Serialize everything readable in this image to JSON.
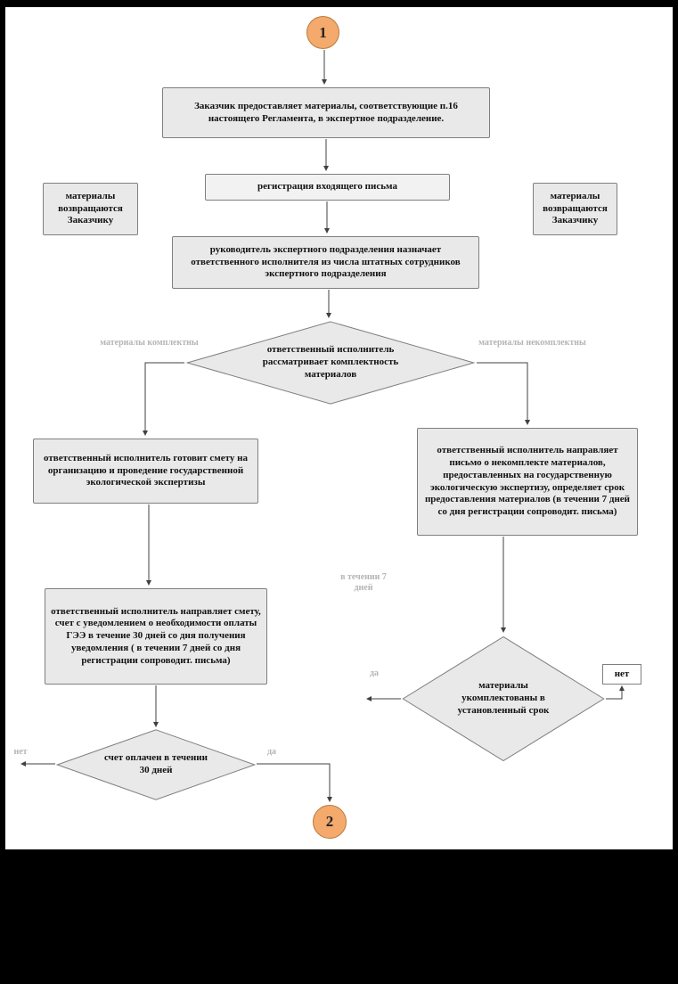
{
  "palette": {
    "frame": "#000000",
    "canvas": "#ffffff",
    "box_fill": "#e9e9e9",
    "box_border": "#7f7f7f",
    "circle_fill": "#f4a96d",
    "circle_border": "#b97a3c",
    "faint_label": "#b5b5b5",
    "connector": "#404040",
    "text": "#111111"
  },
  "nodes": {
    "circle1": {
      "label": "1"
    },
    "circle2": {
      "label": "2"
    },
    "box_customer": {
      "text": "Заказчик предоставляет материалы, соответствующие п.16 настоящего Регламента, в экспертное подразделение."
    },
    "box_registration": {
      "text": "регистрация входящего письма"
    },
    "box_return_left": {
      "text": "материалы возвращаются Заказчику"
    },
    "box_return_right": {
      "text": "материалы возвращаются Заказчику"
    },
    "box_head": {
      "text": "руководитель экспертного подразделения назначает ответственного исполнителя из числа штатных сотрудников экспертного подразделения"
    },
    "diamond_completeness": {
      "text": "ответственный исполнитель рассматривает комплектность материалов"
    },
    "label_complete": {
      "text": "материалы комплектны"
    },
    "label_incomplete": {
      "text": "материалы некомплектны"
    },
    "box_estimate": {
      "text": "ответственный исполнитель готовит смету на организацию и проведение государственной экологической экспертизы"
    },
    "box_letter": {
      "text": "ответственный исполнитель направляет письмо о некомплекте материалов, предоставленных на государственную экологическую экспертизу, определяет срок предоставления материалов (в течении 7 дней со дня регистрации сопроводит. письма)"
    },
    "label_7days": {
      "text": "в течении 7 дней"
    },
    "box_invoice": {
      "text": "ответственный исполнитель направляет смету, счет с уведомлением о необходимости оплаты ГЭЭ в течение 30 дней со дня получения уведомления ( в течении 7 дней со дня регистрации сопроводит. письма)"
    },
    "diamond_materials": {
      "text": "материалы укомплектованы в установленный срок"
    },
    "box_no": {
      "text": "нет"
    },
    "label_yes_materials": {
      "text": "да"
    },
    "diamond_invoice": {
      "text": "счет оплачен в течении 30 дней"
    },
    "label_no_invoice": {
      "text": "нет"
    },
    "label_yes_invoice": {
      "text": "да"
    }
  }
}
